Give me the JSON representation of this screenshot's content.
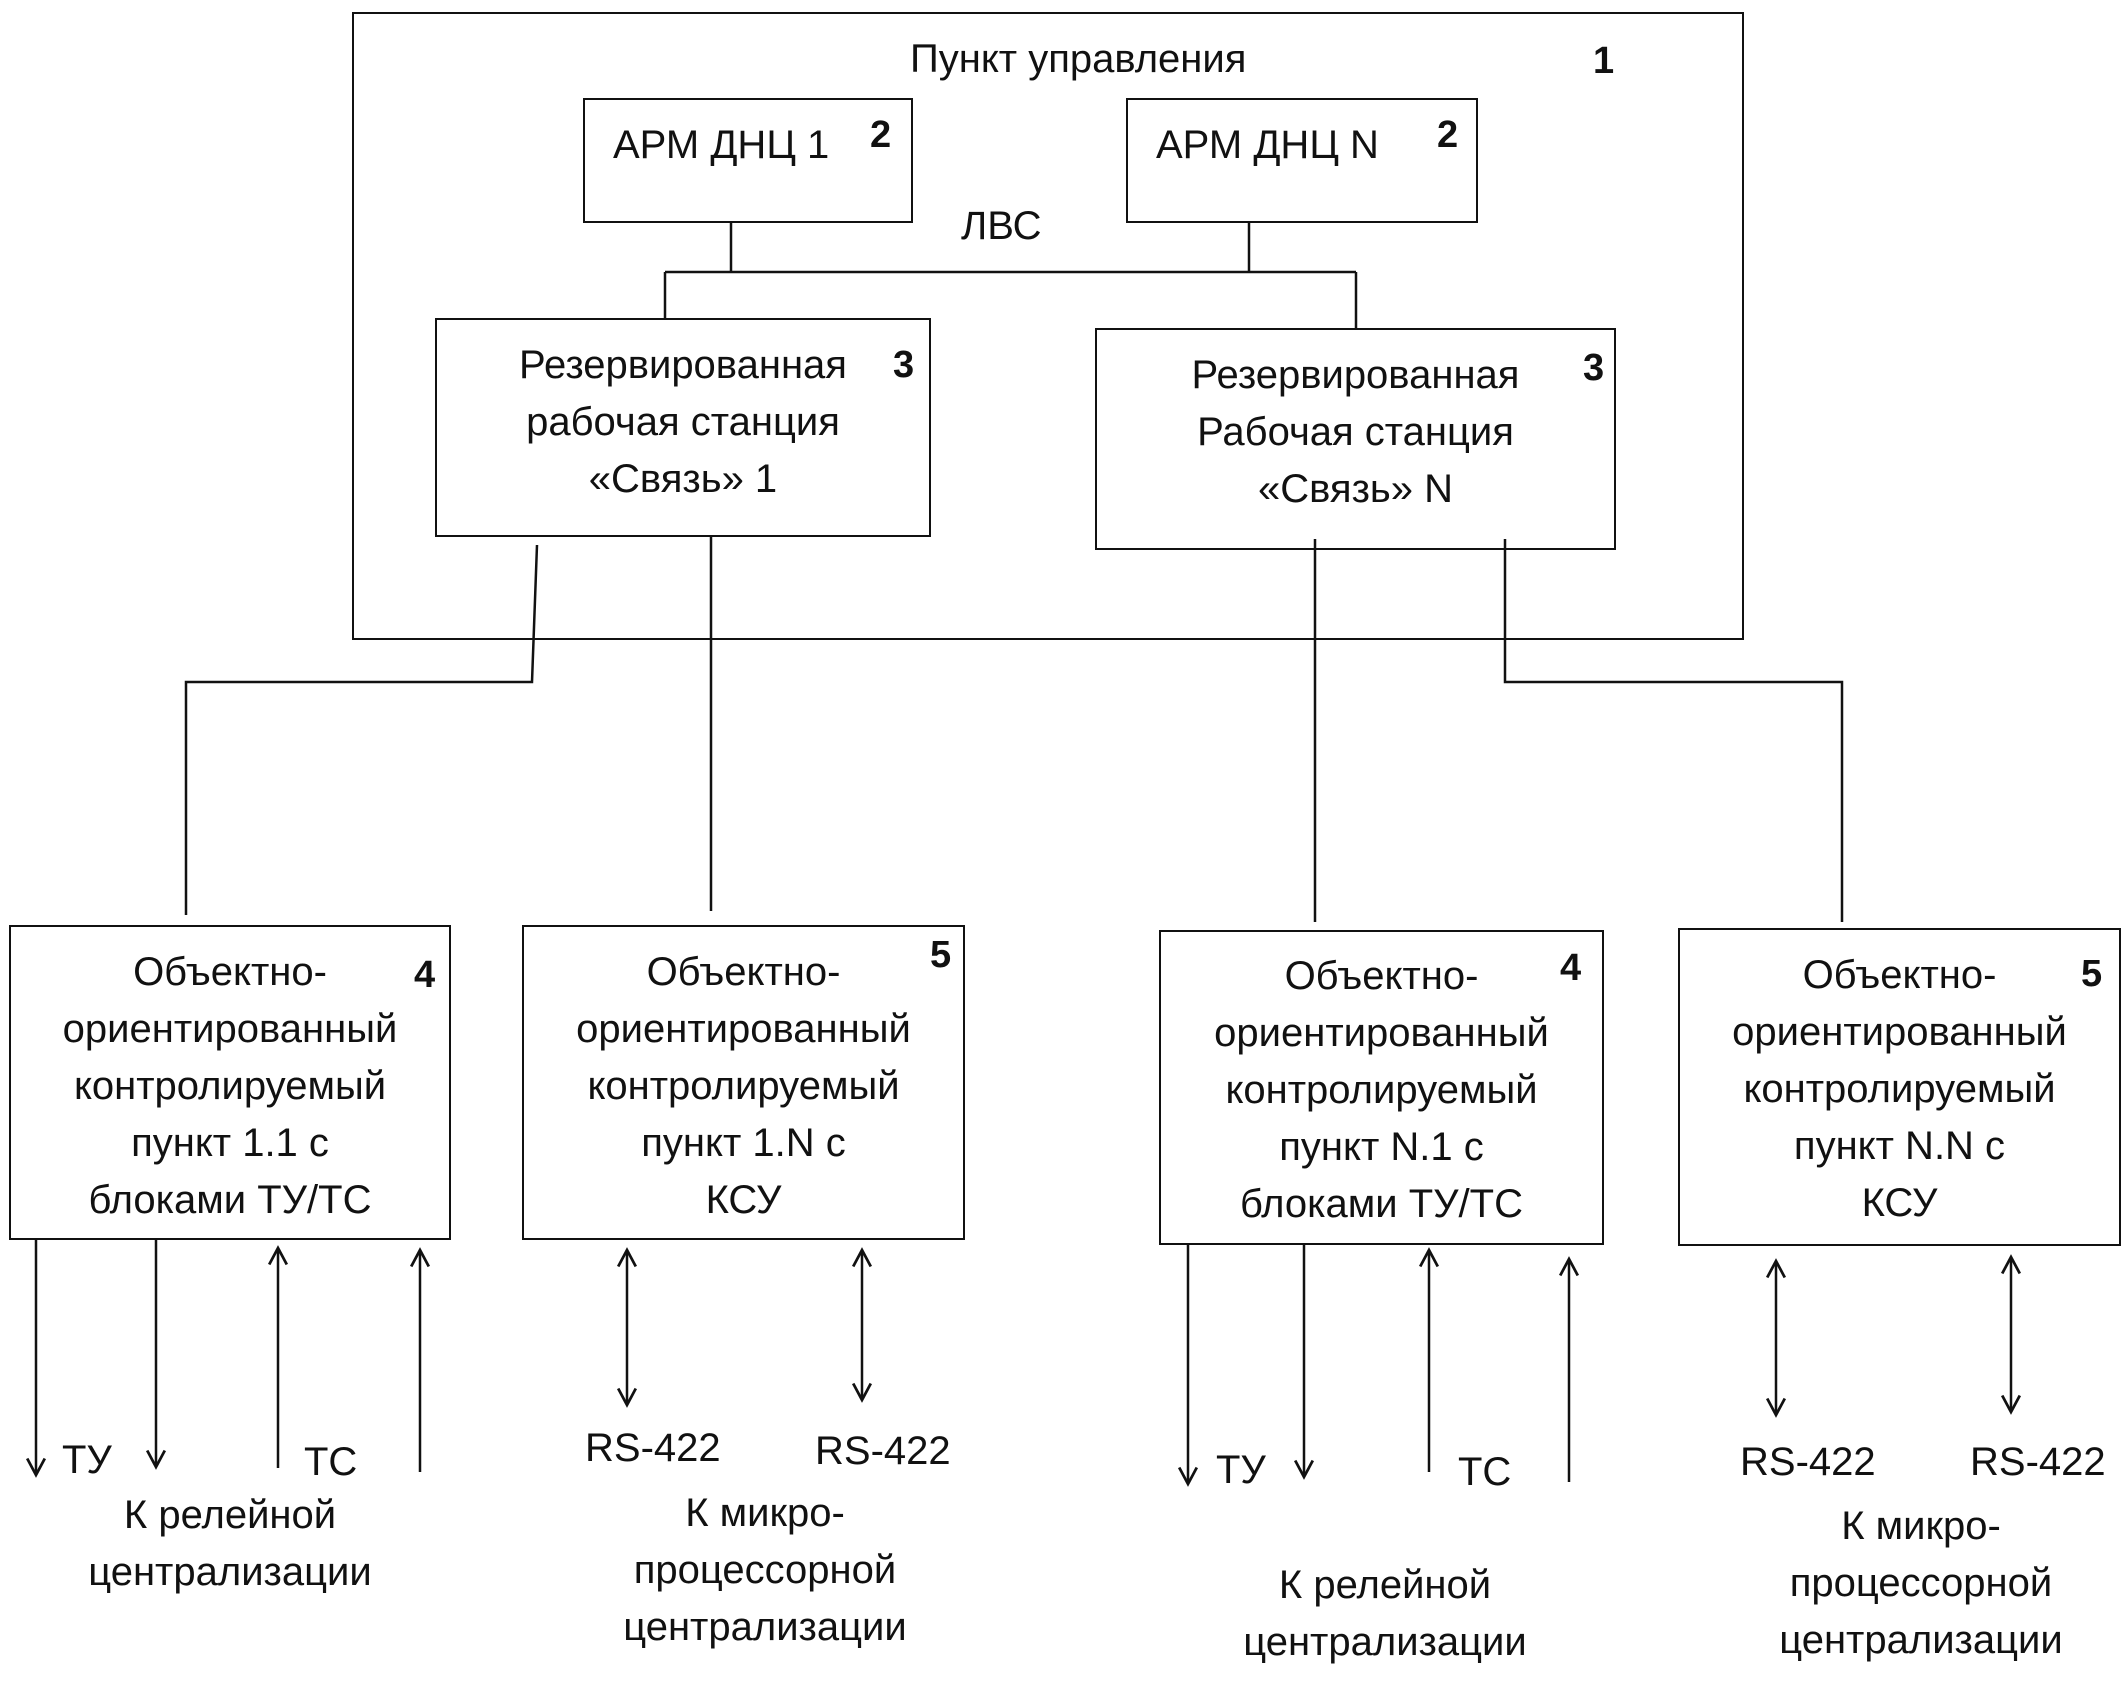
{
  "control_point": {
    "label": "Пункт управления",
    "number": "1"
  },
  "lan_label": "ЛВС",
  "arm1": {
    "label": "АРМ ДНЦ 1",
    "number": "2"
  },
  "armN": {
    "label": "АРМ ДНЦ N",
    "number": "2"
  },
  "ws1": {
    "lines": [
      "Резервированная",
      "рабочая станция",
      "«Связь» 1"
    ],
    "number": "3"
  },
  "wsN": {
    "lines": [
      "Резервированная",
      "Рабочая станция",
      "«Связь» N"
    ],
    "number": "3"
  },
  "kp11": {
    "lines": [
      "Объектно-",
      "ориентированный",
      "контролируемый",
      "пункт 1.1 с",
      "блоками ТУ/ТС"
    ],
    "number": "4"
  },
  "kp1N": {
    "lines": [
      "Объектно-",
      "ориентированный",
      "контролируемый",
      "пункт 1.N с",
      "КСУ"
    ],
    "number": "5"
  },
  "kpN1": {
    "lines": [
      "Объектно-",
      "ориентированный",
      "контролируемый",
      "пункт N.1 с",
      "блоками ТУ/ТС"
    ],
    "number": "4"
  },
  "kpNN": {
    "lines": [
      "Объектно-",
      "ориентированный",
      "контролируемый",
      "пункт N.N с",
      "КСУ"
    ],
    "number": "5"
  },
  "signals": {
    "tu": "ТУ",
    "ts": "ТС",
    "rs422": "RS-422"
  },
  "targets": {
    "relay": [
      "К релейной",
      "централизации"
    ],
    "micro": [
      "К микро-",
      "процессорной",
      "централизации"
    ]
  }
}
